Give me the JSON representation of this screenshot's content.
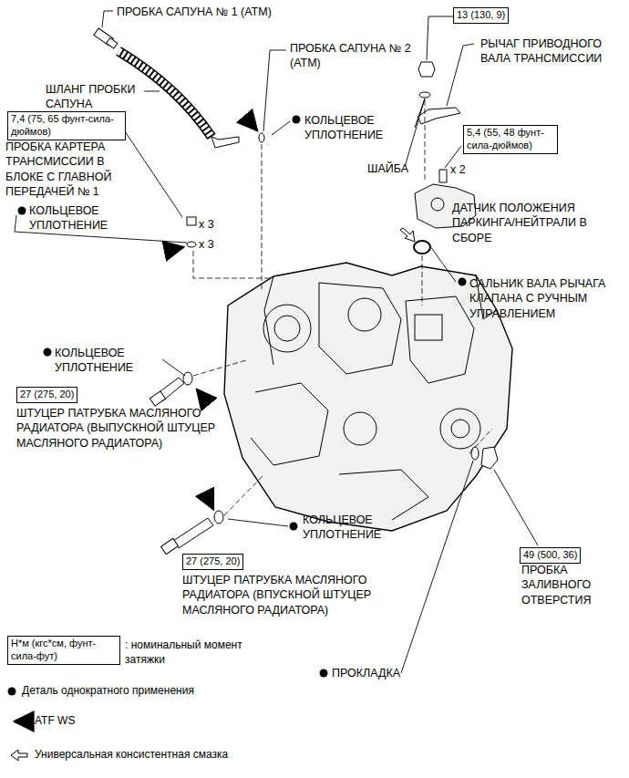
{
  "diagram": {
    "nodes": [
      {
        "text": [
          "13 (130, 9)"
        ]
      },
      {
        "text": [
          "7,4 (75, 65 фунт-сила-дюймов)"
        ]
      },
      {
        "text": [
          "5,4 (55, 48 фунт-сила-дюймов)"
        ]
      },
      {
        "text": [
          "27 (275, 20)"
        ]
      },
      {
        "text": [
          "27 (275, 20)"
        ]
      },
      {
        "text": [
          "49 (500, 36)"
        ]
      },
      {
        "text": [
          "Н*м (кгс*см, фунт-сила-фут)"
        ]
      }
    ],
    "labels": [
      "ПРОБКА САПУНА № 1 (АТМ)",
      "ПРОБКА САПУНА № 2 (АТМ)",
      "ШЛАНГ ПРОБКИ САПУНА",
      "КОЛЬЦЕВОЕ УПЛОТНЕНИЕ",
      "ПРОБКА КАРТЕРА ТРАНСМИССИИ В БЛОКЕ С ГЛАВНОЙ ПЕРЕДАЧЕЙ № 1",
      "КОЛЬЦЕВОЕ УПЛОТНЕНИЕ",
      "x 3",
      "x 3",
      "РЫЧАГ ПРИВОДНОГО ВАЛА ТРАНСМИССИИ",
      "ШАЙБА",
      "x 2",
      "ДАТЧИК ПОЛОЖЕНИЯ ПАРКИНГА/НЕЙТРАЛИ В СБОРЕ",
      "САЛЬНИК ВАЛА РЫЧАГА КЛАПАНА С РУЧНЫМ УПРАВЛЕНИЕМ",
      "КОЛЬЦЕВОЕ УПЛОТНЕНИЕ",
      "ШТУЦЕР ПАТРУБКА МАСЛЯНОГО РАДИАТОРА (ВЫПУСКНОЙ ШТУЦЕР МАСЛЯНОГО РАДИАТОРА)",
      "КОЛЬЦЕВОЕ УПЛОТНЕНИЕ",
      "ШТУЦЕР ПАТРУБКА МАСЛЯНОГО РАДИАТОРА (ВПУСКНОЙ ШТУЦЕР МАСЛЯНОГО РАДИАТОРА)",
      "ПРОБКА ЗАЛИВНОГО ОТВЕРСТИЯ",
      "ПРОКЛАДКА"
    ],
    "legend": [
      {
        "text": ": номинальный момент затяжки"
      },
      {
        "text": "Деталь однократного применения"
      },
      {
        "text": "ATF WS"
      },
      {
        "text": "Универсальная консистентная смазка"
      }
    ]
  }
}
